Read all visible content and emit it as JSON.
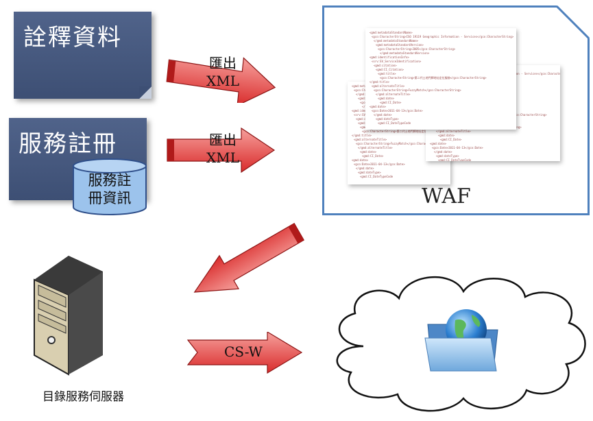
{
  "metadata_box": {
    "title": "詮釋資料"
  },
  "service_box": {
    "title": "服務註冊"
  },
  "service_db": {
    "line1": "服務註",
    "line2": "冊資訊"
  },
  "export_arrow_1": {
    "line1": "匯出",
    "line2": "XML"
  },
  "export_arrow_2": {
    "line1": "匯出",
    "line2": "XML"
  },
  "waf": {
    "label": "WAF",
    "doc_lines": [
      "<gmd:metadataStandardName>",
      "<gco:CharacterString>ISO 19119 Geographic Information - Services</gco:CharacterString>",
      "</gmd:metadataStandardName>",
      "<gmd:metadataStandardVersion>",
      "<gco:CharacterString>2005</gco:CharacterString>",
      "</gmd:metadataStandardVersion>",
      "<gmd:identificationInfo>",
      "<srv:SV_ServiceIdentification>",
      "<gmd:citation>",
      "<gmd:CI_Citation>",
      "<gmd:title>",
      "<gco:CharacterString>第二代土地門牌地址定位服務</gco:CharacterString>",
      "</gmd:title>",
      "<gmd:alternateTitle>",
      "<gco:CharacterString>FuzzyMatch</gco:CharacterString>",
      "</gmd:alternateTitle>",
      "<gmd:date>",
      "<gmd:CI_Date>",
      "<gmd:date>",
      "<gco:Date>2011-04-13</gco:Date>",
      "</gmd:date>",
      "<gmd:dateType>",
      "<gmd:CI_DateTypeCode"
    ]
  },
  "csw_arrow": {
    "label": "CS-W"
  },
  "server": {
    "label": "目錄服務伺服器"
  },
  "colors": {
    "box_fill": "#4a5c82",
    "arrow_fill": "#e8393c",
    "waf_border": "#4f81bd",
    "db_fill": "#9cc3ec"
  }
}
